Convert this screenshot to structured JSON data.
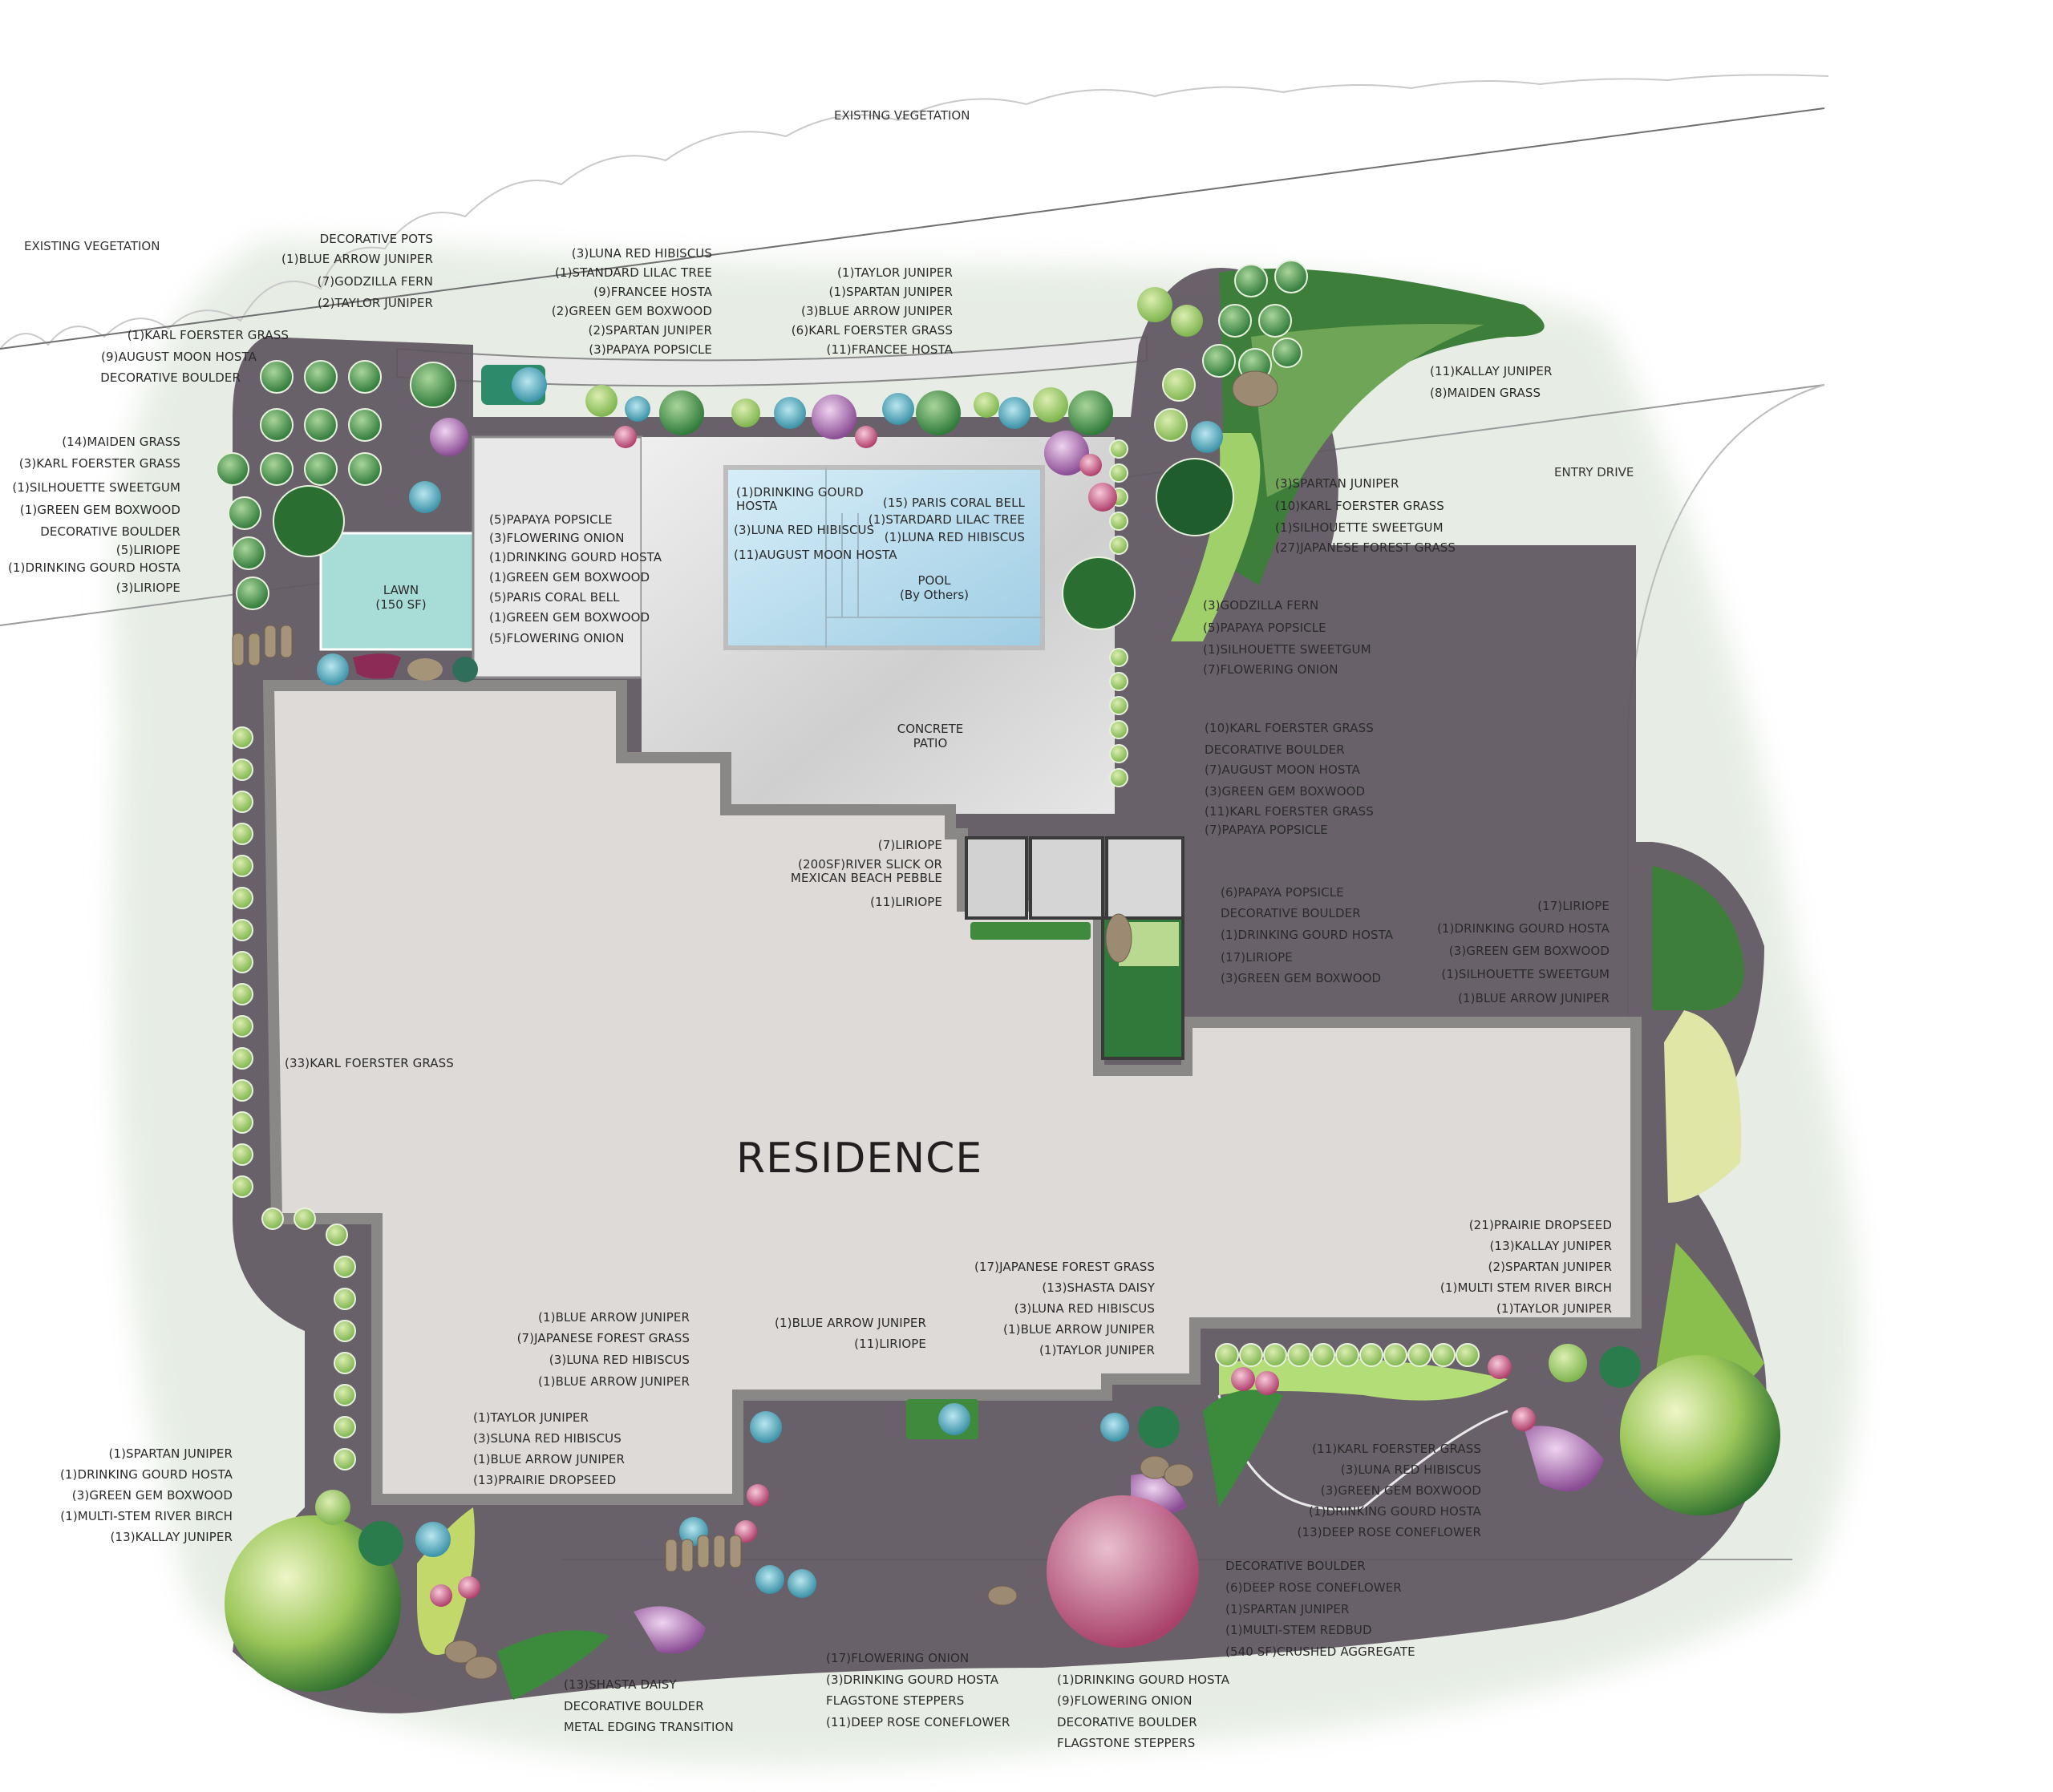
{
  "title": "RESIDENCE",
  "context_labels": {
    "existing_veg_top": "EXISTING VEGETATION",
    "existing_veg_left": "EXISTING VEGETATION",
    "entry_drive": "ENTRY DRIVE"
  },
  "areas": {
    "lawn": "LAWN\n(150 SF)",
    "pool": "POOL\n(By Others)",
    "patio": "CONCRETE\nPATIO"
  },
  "colors": {
    "bed_border": "#5e5560",
    "house": "#dedad8",
    "house_wall": "#8a8787",
    "pool": "#bfe0ee",
    "lawn": "#a8dcd6",
    "patio": "#d6d6d6",
    "plant_dark": "#2f7a3a",
    "plant_mid": "#5aa55a",
    "plant_light": "#9acc6e",
    "lime": "#b9d66a",
    "pink": "#d56a92",
    "purple": "#a46aa6",
    "blue": "#6fb7c9",
    "boulder": "#9c8a73",
    "existing_veg": "#dfe7dc"
  },
  "labels_top_left": [
    "DECORATIVE POTS",
    "(1)BLUE ARROW JUNIPER",
    "(7)GODZILLA FERN",
    "(2)TAYLOR JUNIPER",
    "(1)KARL FOERSTER GRASS",
    "(9)AUGUST MOON HOSTA",
    "DECORATIVE BOULDER",
    "(14)MAIDEN GRASS",
    "(3)KARL FOERSTER GRASS",
    "(1)SILHOUETTE SWEETGUM",
    "(1)GREEN GEM BOXWOOD",
    "DECORATIVE BOULDER",
    "(5)LIRIOPE",
    "(1)DRINKING GOURD HOSTA",
    "(3)LIRIOPE"
  ],
  "labels_top_center_left": [
    "(3)LUNA RED HIBISCUS",
    "(1)STANDARD LILAC TREE",
    "(9)FRANCEE HOSTA",
    "(2)GREEN GEM BOXWOOD",
    "(2)SPARTAN JUNIPER",
    "(3)PAPAYA POPSICLE"
  ],
  "labels_top_center_right": [
    "(1)TAYLOR JUNIPER",
    "(1)SPARTAN JUNIPER",
    "(3)BLUE ARROW JUNIPER",
    "(6)KARL FOERSTER GRASS",
    "(11)FRANCEE HOSTA"
  ],
  "labels_lawn_right": [
    "(5)PAPAYA POPSICLE",
    "(3)FLOWERING ONION",
    "(1)DRINKING GOURD HOSTA",
    "(1)GREEN GEM BOXWOOD",
    "(5)PARIS CORAL BELL",
    "(1)GREEN GEM BOXWOOD",
    "(5)FLOWERING ONION"
  ],
  "labels_pool_left": [
    "(1)DRINKING GOURD\nHOSTA",
    "(3)LUNA RED HIBISCUS",
    "(11)AUGUST MOON HOSTA"
  ],
  "labels_pool_right": [
    "(15) PARIS CORAL BELL",
    "(1)STARDARD LILAC TREE",
    "(1)LUNA RED HIBISCUS"
  ],
  "labels_ne": [
    "(11)KALLAY JUNIPER",
    "(8)MAIDEN GRASS"
  ],
  "labels_east_upper": [
    "(3)SPARTAN JUNIPER",
    "(10)KARL FOERSTER GRASS",
    "(1)SILHOUETTE SWEETGUM",
    "(27)JAPANESE FOREST GRASS"
  ],
  "labels_east_mid": [
    "(3)GODZILLA FERN",
    "(5)PAPAYA POPSICLE",
    "(1)SILHOUETTE SWEETGUM",
    "(7)FLOWERING ONION"
  ],
  "labels_east_lower": [
    "(10)KARL FOERSTER GRASS",
    "DECORATIVE BOULDER",
    "(7)AUGUST MOON HOSTA",
    "(3)GREEN GEM BOXWOOD",
    "(11)KARL FOERSTER GRASS",
    "(7)PAPAYA POPSICLE"
  ],
  "labels_court_left": [
    "(7)LIRIOPE",
    "(200SF)RIVER SLICK OR\nMEXICAN BEACH PEBBLE",
    "(11)LIRIOPE"
  ],
  "labels_court_right": [
    "(6)PAPAYA POPSICLE",
    "DECORATIVE BOULDER",
    "(1)DRINKING GOURD HOSTA",
    "(17)LIRIOPE",
    "(3)GREEN GEM BOXWOOD"
  ],
  "labels_far_east": [
    "(17)LIRIOPE",
    "(1)DRINKING GOURD HOSTA",
    "(3)GREEN GEM BOXWOOD",
    "(1)SILHOUETTE SWEETGUM",
    "(1)BLUE ARROW JUNIPER"
  ],
  "label_west_hedge": "(33)KARL FOERSTER GRASS",
  "labels_se_upper": [
    "(21)PRAIRIE DROPSEED",
    "(13)KALLAY JUNIPER",
    "(2)SPARTAN JUNIPER",
    "(1)MULTI STEM RIVER BIRCH",
    "(1)TAYLOR JUNIPER"
  ],
  "labels_south_center": [
    "(17)JAPANESE FOREST GRASS",
    "(13)SHASTA DAISY",
    "(3)LUNA RED HIBISCUS",
    "(1)BLUE ARROW JUNIPER",
    "(1)TAYLOR JUNIPER"
  ],
  "labels_south_mid": [
    "(1)BLUE ARROW JUNIPER",
    "(11)LIRIOPE"
  ],
  "labels_south_left_top": [
    "(1)BLUE ARROW JUNIPER",
    "(7)JAPANESE FOREST GRASS",
    "(3)LUNA RED HIBISCUS",
    "(1)BLUE ARROW JUNIPER"
  ],
  "labels_south_left_inner": [
    "(1)TAYLOR JUNIPER",
    "(3)SLUNA RED HIBISCUS",
    "(1)BLUE ARROW JUNIPER",
    "(13)PRAIRIE DROPSEED"
  ],
  "labels_sw": [
    "(1)SPARTAN JUNIPER",
    "(1)DRINKING GOURD HOSTA",
    "(3)GREEN GEM BOXWOOD",
    "(1)MULTI-STEM RIVER BIRCH",
    "(13)KALLAY JUNIPER"
  ],
  "labels_se_lower": [
    "(11)KARL FOERSTER GRASS",
    "(3)LUNA RED HIBISCUS",
    "(3)GREEN GEM BOXWOOD",
    "(1)DRINKING GOURD HOSTA",
    "(13)DEEP ROSE CONEFLOWER"
  ],
  "labels_redbud": [
    "DECORATIVE BOULDER",
    "(6)DEEP ROSE CONEFLOWER",
    "(1)SPARTAN JUNIPER",
    "(1)MULTI-STEM REDBUD",
    "(540 SF)CRUSHED AGGREGATE"
  ],
  "labels_bottom_a": [
    "(13)SHASTA DAISY",
    "DECORATIVE BOULDER",
    "METAL EDGING TRANSITION"
  ],
  "labels_bottom_b": [
    "(17)FLOWERING ONION",
    "(3)DRINKING GOURD HOSTA",
    "FLAGSTONE STEPPERS",
    "(11)DEEP ROSE CONEFLOWER"
  ],
  "labels_bottom_c": [
    "(1)DRINKING GOURD HOSTA",
    "(9)FLOWERING ONION",
    "DECORATIVE BOULDER",
    "FLAGSTONE STEPPERS"
  ]
}
